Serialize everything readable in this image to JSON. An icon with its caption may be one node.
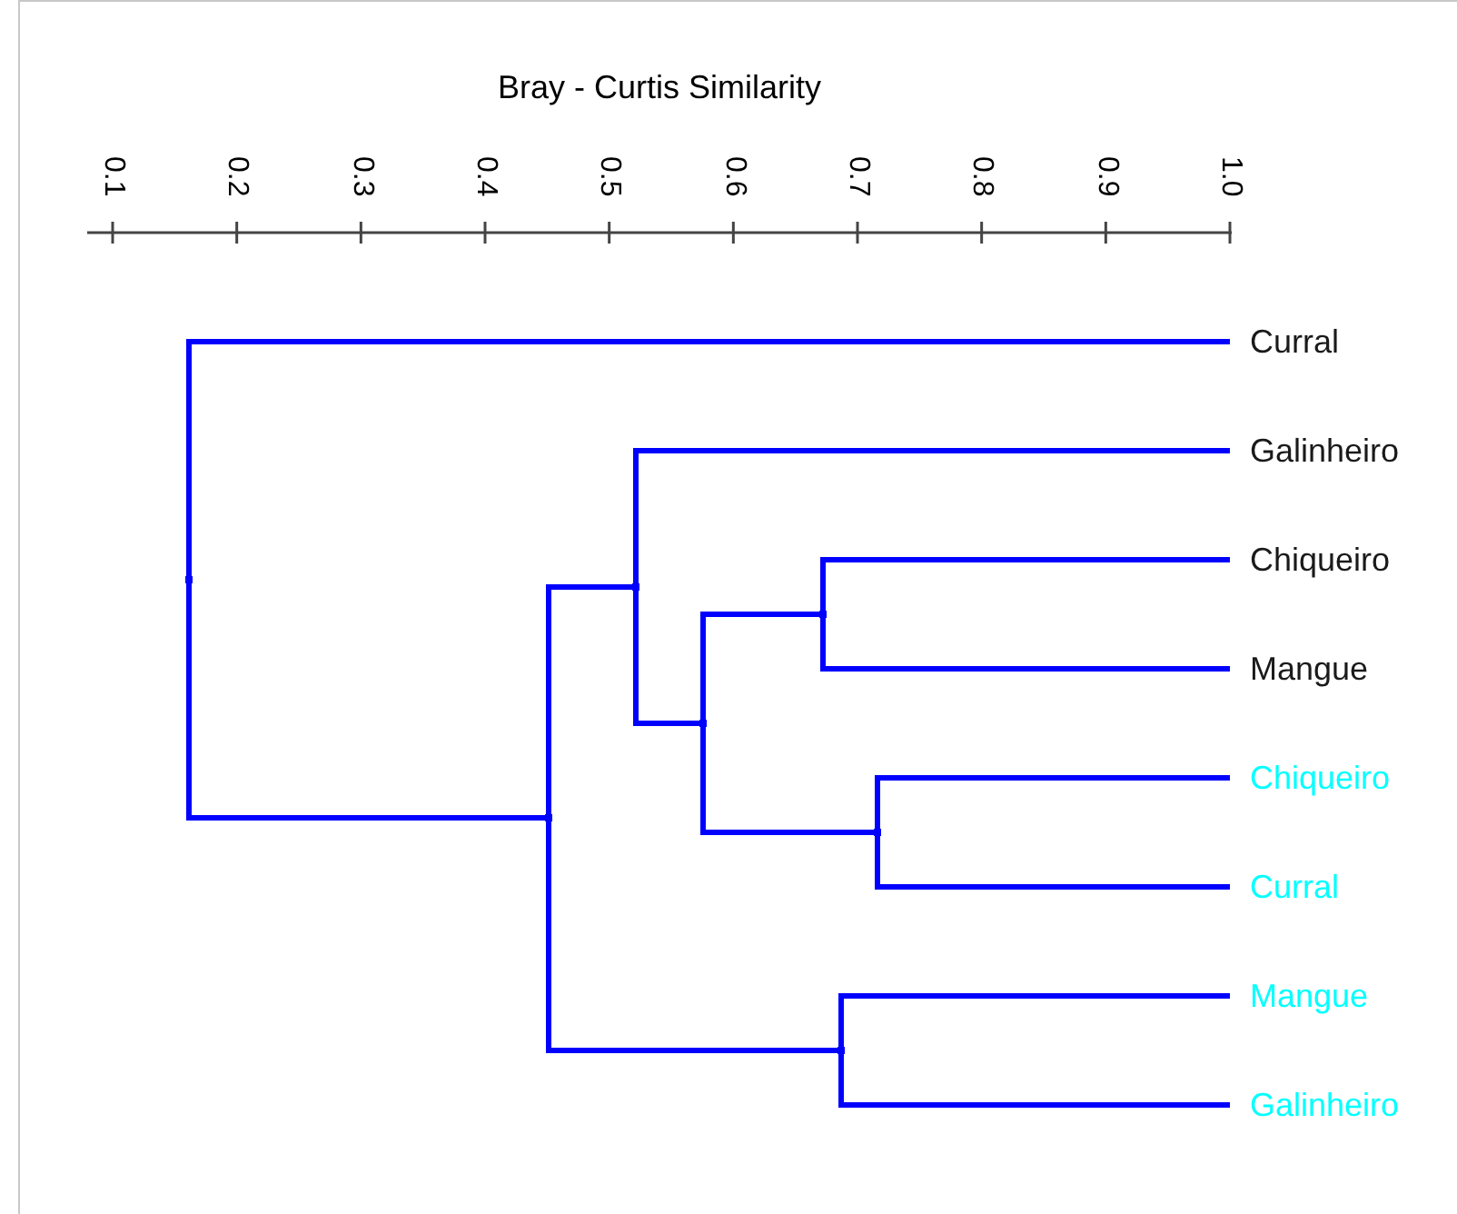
{
  "diagram": {
    "nodes": [
      {
        "text": [
          "Curral"
        ]
      },
      {
        "text": [
          "Galinheiro"
        ]
      },
      {
        "text": [
          "Chiqueiro"
        ]
      },
      {
        "text": [
          "Mangue"
        ]
      },
      {
        "text": [
          "Chiqueiro"
        ]
      },
      {
        "text": [
          "Curral"
        ]
      },
      {
        "text": [
          "Mangue"
        ]
      },
      {
        "text": [
          "Galinheiro"
        ]
      },
      {
        "text": [],
        "shape": "point"
      },
      {
        "text": [],
        "shape": "point"
      },
      {
        "text": [],
        "shape": "point"
      },
      {
        "text": [],
        "shape": "point"
      },
      {
        "text": [],
        "shape": "point"
      },
      {
        "text": [],
        "shape": "point"
      },
      {
        "text": [],
        "shape": "point"
      }
    ],
    "edges": [
      {
        "from": 8,
        "to": 0,
        "arrow": "none"
      },
      {
        "from": 8,
        "to": 9,
        "arrow": "none"
      },
      {
        "from": 9,
        "to": 10,
        "arrow": "none"
      },
      {
        "from": 9,
        "to": 13,
        "arrow": "none"
      },
      {
        "from": 10,
        "to": 1,
        "arrow": "none"
      },
      {
        "from": 10,
        "to": 11,
        "arrow": "none"
      },
      {
        "from": 11,
        "to": 12,
        "arrow": "none"
      },
      {
        "from": 11,
        "to": 14,
        "arrow": "none"
      },
      {
        "from": 12,
        "to": 2,
        "arrow": "none"
      },
      {
        "from": 12,
        "to": 3,
        "arrow": "none"
      },
      {
        "from": 14,
        "to": 4,
        "arrow": "none"
      },
      {
        "from": 14,
        "to": 5,
        "arrow": "none"
      },
      {
        "from": 13,
        "to": 6,
        "arrow": "none"
      },
      {
        "from": 13,
        "to": 7,
        "arrow": "none"
      }
    ],
    "labels": [
      "Bray - Curtis Similarity",
      "0.1",
      "0.2",
      "0.3",
      "0.4",
      "0.5",
      "0.6",
      "0.7",
      "0.8",
      "0.9",
      "1.0"
    ]
  }
}
